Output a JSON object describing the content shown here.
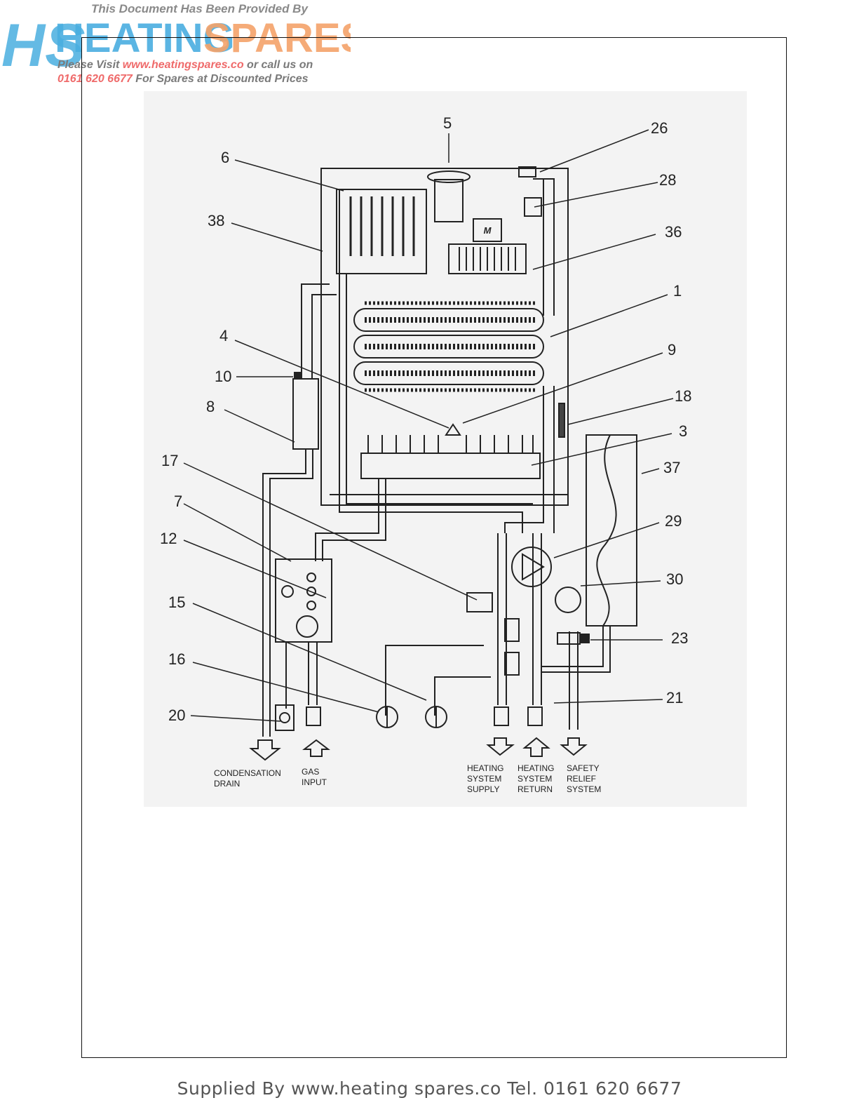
{
  "banner": {
    "tagline": "This Document Has Been Provided By",
    "logo_letters": "HS",
    "logo_word1": "HEATING",
    "logo_word2": "SPARES",
    "visit_prefix": "Please Visit ",
    "visit_url": "www.heatingspares.co",
    "visit_suffix": " or call us on",
    "phone": "0161 620 6677",
    "phone_suffix": " For Spares at Discounted Prices",
    "colors": {
      "blue": "#4aaee0",
      "orange": "#f4a36a",
      "red": "#ef6b6b"
    }
  },
  "diagram": {
    "part_numbers": [
      "5",
      "26",
      "6",
      "28",
      "38",
      "36",
      "1",
      "4",
      "9",
      "10",
      "18",
      "8",
      "3",
      "17",
      "37",
      "7",
      "29",
      "12",
      "30",
      "15",
      "23",
      "16",
      "21",
      "20"
    ],
    "motor_label": "M",
    "outlets": {
      "condensation_drain": [
        "CONDENSATION",
        "DRAIN"
      ],
      "gas_input": [
        "GAS",
        "INPUT"
      ],
      "heating_supply": [
        "HEATING",
        "SYSTEM",
        "SUPPLY"
      ],
      "heating_return": [
        "HEATING",
        "SYSTEM",
        "RETURN"
      ],
      "safety_relief": [
        "SAFETY",
        "RELIEF",
        "SYSTEM"
      ]
    }
  },
  "footer": {
    "text": "Supplied By www.heating spares.co  Tel. 0161 620 6677"
  }
}
